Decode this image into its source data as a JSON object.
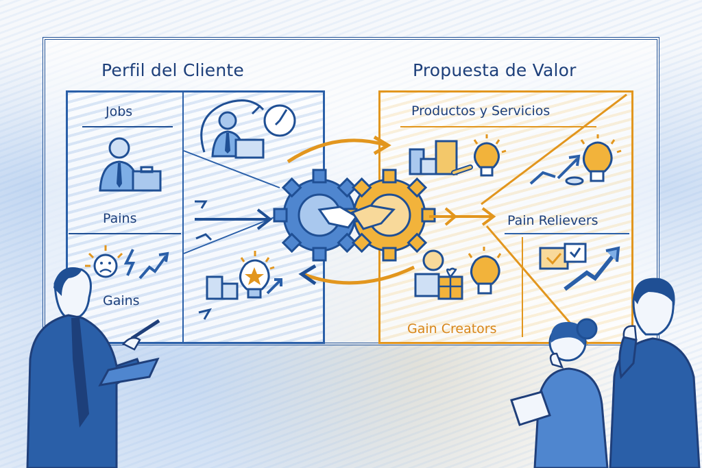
{
  "illustration": {
    "style": "hand-drawn colored pencil sketch",
    "colors": {
      "primary_blue": "#1f4f94",
      "light_blue": "#7eaee6",
      "accent_orange": "#e2961e",
      "text_navy": "#1d3f7a",
      "background": "#f6f8fb"
    }
  },
  "customer_profile": {
    "title": "Perfil del Cliente",
    "sections": [
      {
        "label": "Jobs",
        "icon": "businessman-briefcase-icon"
      },
      {
        "label": "Pains",
        "icon": "frown-face-lightning-icon"
      },
      {
        "label": "Gains",
        "icon": "lightbulb-star-icon"
      }
    ]
  },
  "value_proposition": {
    "title": "Propuesta de Valor",
    "sections": [
      {
        "label": "Productos y Servicios",
        "icon": "products-lightbulb-icon"
      },
      {
        "label": "Pain Relievers",
        "icon": "checkbox-growth-arrow-icon"
      },
      {
        "label": "Gain Creators",
        "icon": "gift-lightbulb-icon"
      }
    ]
  },
  "center": {
    "concept": "fit",
    "icon": "gears-handshake-icon"
  },
  "people": [
    {
      "role": "presenter",
      "position": "left",
      "holding": "tablet and pen"
    },
    {
      "role": "audience-woman",
      "position": "right",
      "holding": "tablet"
    },
    {
      "role": "audience-man",
      "position": "right"
    }
  ]
}
